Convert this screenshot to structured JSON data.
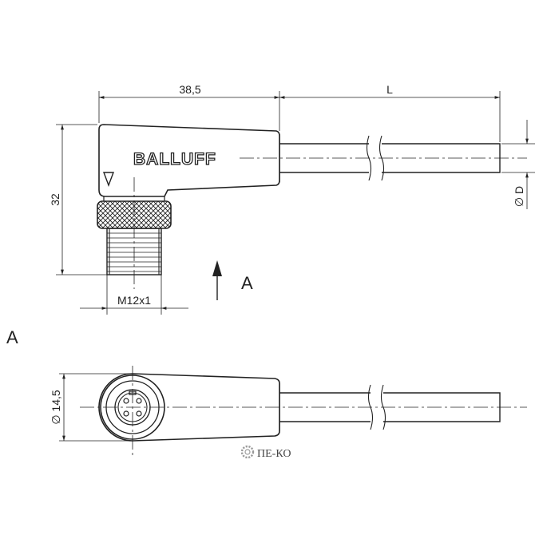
{
  "brand": "BALLUFF",
  "dimensions": {
    "length_body": "38,5",
    "length_cable": "L",
    "height": "32",
    "thread": "M12x1",
    "cable_diameter": "∅ D",
    "diameter": "∅ 14,5"
  },
  "view": {
    "arrow_label": "A",
    "section_label": "A"
  },
  "watermark": {
    "text": "ПЕ-КО"
  }
}
